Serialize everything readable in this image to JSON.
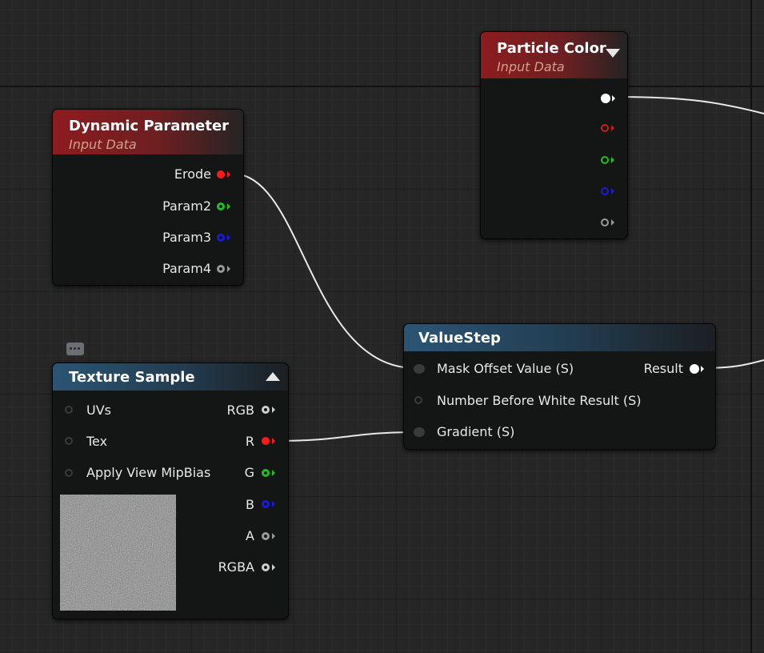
{
  "nodes": {
    "dynamic_parameter": {
      "title": "Dynamic Parameter",
      "subtitle": "Input Data",
      "outputs": [
        "Erode",
        "Param2",
        "Param3",
        "Param4"
      ]
    },
    "particle_color": {
      "title": "Particle Color",
      "subtitle": "Input Data"
    },
    "texture_sample": {
      "title": "Texture Sample",
      "inputs": [
        "UVs",
        "Tex",
        "Apply View MipBias"
      ],
      "outputs": [
        "RGB",
        "R",
        "G",
        "B",
        "A",
        "RGBA"
      ]
    },
    "value_step": {
      "title": "ValueStep",
      "inputs": [
        "Mask Offset Value (S)",
        "Number Before White Result (S)",
        "Gradient (S)"
      ],
      "output": "Result"
    }
  },
  "pin_colors": {
    "white": "#ffffff",
    "red": "#ff1a1a",
    "green": "#1fbf1f",
    "blue": "#1a1ad9",
    "gray": "#9a9a9a",
    "unlinked": "#3a3a3a"
  },
  "header_colors": {
    "input_data": "#8c1c1f",
    "texture": "#2b5574"
  },
  "icons": [
    "collapse-arrow-icon",
    "comment-bubble-icon",
    "noise-texture-thumbnail"
  ]
}
